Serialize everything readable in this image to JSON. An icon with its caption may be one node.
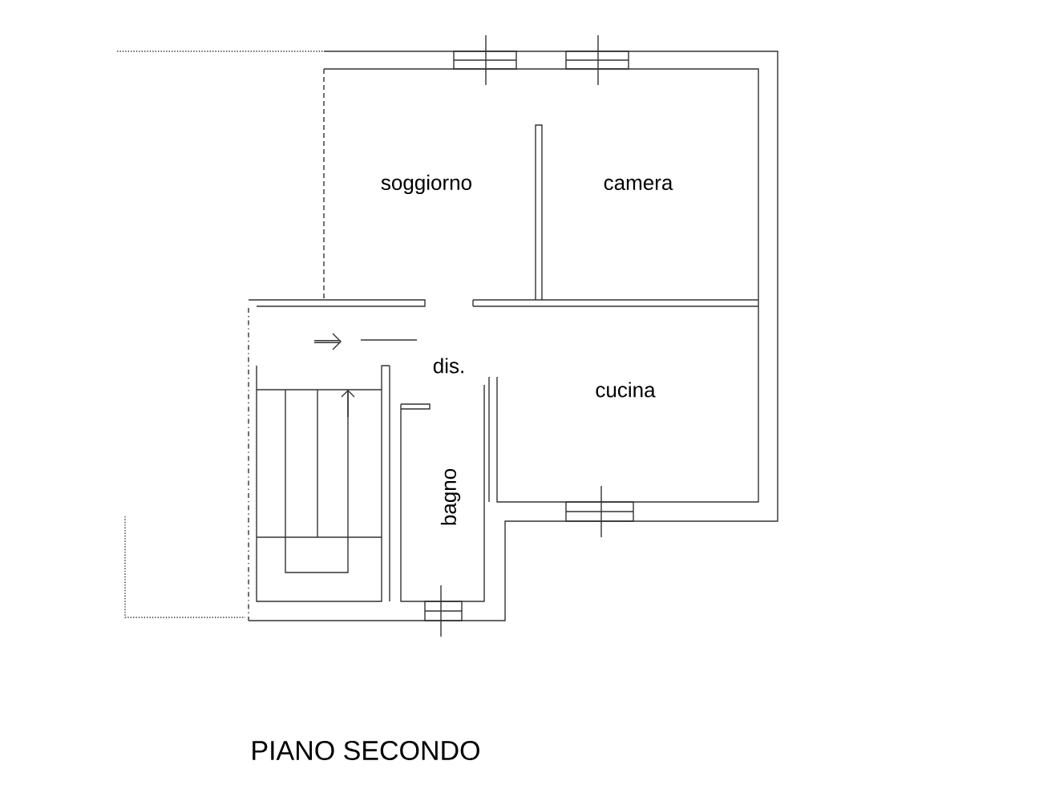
{
  "diagram": {
    "title": "PIANO SECONDO",
    "labels": [
      "soggiorno",
      "camera",
      "dis.",
      "cucina",
      "bagno"
    ]
  }
}
